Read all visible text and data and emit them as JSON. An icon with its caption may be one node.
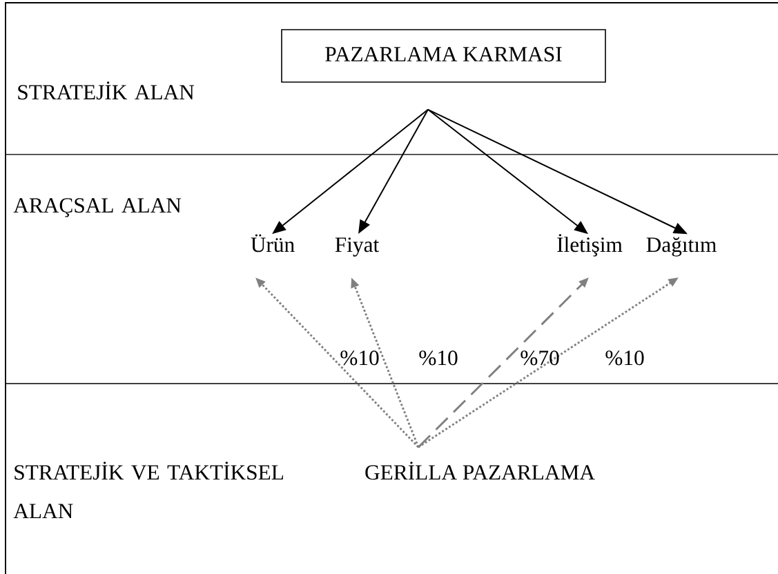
{
  "diagram": {
    "nodes": [
      {
        "text": [
          "PAZARLAMA KARMASI"
        ]
      },
      {
        "text": [
          "Ürün"
        ]
      },
      {
        "text": [
          "Fiyat"
        ]
      },
      {
        "text": [
          "İletişim"
        ]
      },
      {
        "text": [
          "Dağıtım"
        ]
      },
      {
        "text": [
          "GERİLLA PAZARLAMA"
        ]
      }
    ],
    "edges": [
      {
        "from": 0,
        "to": 1,
        "arrow": "to"
      },
      {
        "from": 0,
        "to": 2,
        "arrow": "to"
      },
      {
        "from": 0,
        "to": 3,
        "arrow": "to"
      },
      {
        "from": 0,
        "to": 4,
        "arrow": "to"
      },
      {
        "from": 5,
        "to": 1,
        "arrow": "to",
        "style": "dashed",
        "color": "#808080"
      },
      {
        "from": 5,
        "to": 2,
        "arrow": "to",
        "style": "dashed",
        "color": "#808080"
      },
      {
        "from": 5,
        "to": 3,
        "arrow": "to",
        "style": "dashed",
        "color": "#808080"
      },
      {
        "from": 5,
        "to": 4,
        "arrow": "to",
        "style": "dashed",
        "color": "#808080"
      }
    ],
    "labels": [
      "STRATEJİK ALAN",
      "ARAÇSAL ALAN",
      "%10",
      "%10",
      "%70",
      "%10",
      "STRATEJİK VE TAKTİKSEL ALAN"
    ]
  }
}
